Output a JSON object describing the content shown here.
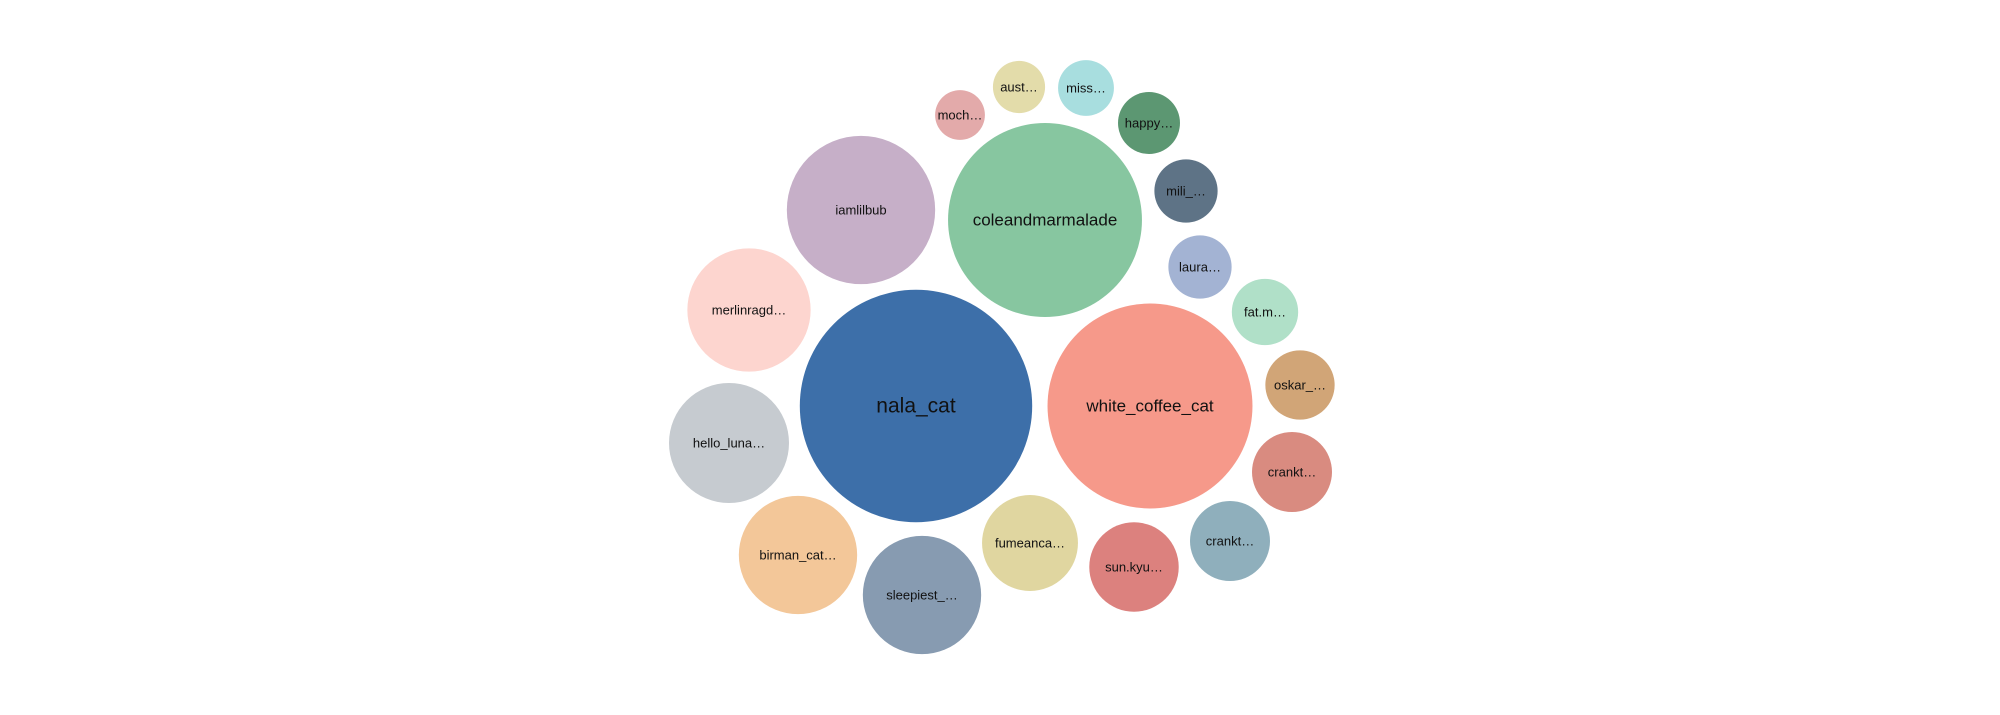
{
  "chart_data": {
    "type": "bubble",
    "title": "",
    "bubbles": [
      {
        "label": "nala_cat",
        "value": 135,
        "color": "#3d6fa9"
      },
      {
        "label": "white_coffee_cat",
        "value": 105,
        "color": "#f6998a"
      },
      {
        "label": "coleandmarmalade",
        "value": 94,
        "color": "#87c6a0"
      },
      {
        "label": "iamlilbub",
        "value": 55,
        "color": "#c6afc8"
      },
      {
        "label": "merlinragd…",
        "value": 38,
        "color": "#fdd5cf"
      },
      {
        "label": "hello_luna…",
        "value": 36,
        "color": "#c6cbd0"
      },
      {
        "label": "birman_cat…",
        "value": 35,
        "color": "#f3c799"
      },
      {
        "label": "sleepiest_…",
        "value": 35,
        "color": "#879bb1"
      },
      {
        "label": "fumeanca…",
        "value": 23,
        "color": "#e0d6a0"
      },
      {
        "label": "sun.kyu…",
        "value": 20,
        "color": "#dc817e"
      },
      {
        "label": "crankt…",
        "value": 16,
        "color": "#d98b80"
      },
      {
        "label": "crankt…",
        "value": 16,
        "color": "#8fafbc"
      },
      {
        "label": "oskar_…",
        "value": 12,
        "color": "#d1a577"
      },
      {
        "label": "fat.m…",
        "value": 11,
        "color": "#b0e0c8"
      },
      {
        "label": "laura…",
        "value": 10,
        "color": "#a3b3d3"
      },
      {
        "label": "mili_…",
        "value": 10,
        "color": "#5e7386"
      },
      {
        "label": "happy…",
        "value": 9.6,
        "color": "#5c9772"
      },
      {
        "label": "miss…",
        "value": 7.8,
        "color": "#a8dedf"
      },
      {
        "label": "aust…",
        "value": 6.8,
        "color": "#e3dcaa"
      },
      {
        "label": "moch…",
        "value": 6.2,
        "color": "#e3aaaa"
      }
    ]
  }
}
